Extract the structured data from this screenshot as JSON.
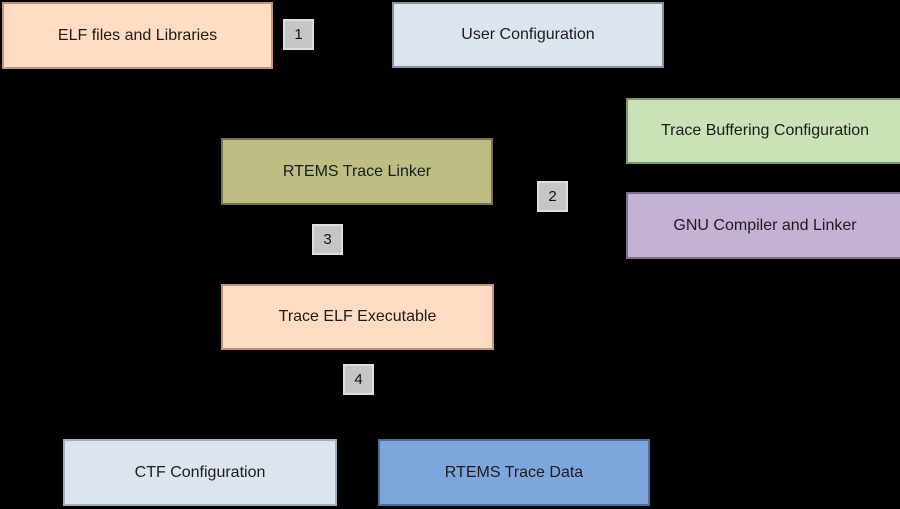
{
  "diagram": {
    "colors": {
      "background": "#000000",
      "text": "#1c1c1c",
      "step_fill": "#c5c5c5",
      "step_border": "#dedede",
      "step_text": "#111111"
    },
    "boxes": [
      {
        "id": "elf-files-and-libraries",
        "label": "ELF files and Libraries",
        "fill": "#ffdcc2",
        "border": "#c09578"
      },
      {
        "id": "user-configuration",
        "label": "User Configuration",
        "fill": "#dce4ee",
        "border": "#84919f"
      },
      {
        "id": "trace-buffering-configuration",
        "label": "Trace Buffering Configuration",
        "fill": "#c9e2b6",
        "border": "#7f9470"
      },
      {
        "id": "rtems-trace-linker",
        "label": "RTEMS Trace Linker",
        "fill": "#bdbd84",
        "border": "#75754d"
      },
      {
        "id": "gnu-compiler-and-linker",
        "label": "GNU Compiler and Linker",
        "fill": "#c3b1d6",
        "border": "#7c6f8c"
      },
      {
        "id": "trace-elf-executable",
        "label": "Trace ELF Executable",
        "fill": "#ffdcc2",
        "border": "#c09578"
      },
      {
        "id": "ctf-configuration",
        "label": "CTF Configuration",
        "fill": "#dce4ee",
        "border": "#9fb0c0"
      },
      {
        "id": "rtems-trace-data",
        "label": "RTEMS Trace Data",
        "fill": "#7da7dc",
        "border": "#4c6f9c"
      }
    ],
    "steps": [
      {
        "label": "1"
      },
      {
        "label": "2"
      },
      {
        "label": "3"
      },
      {
        "label": "4"
      }
    ]
  }
}
